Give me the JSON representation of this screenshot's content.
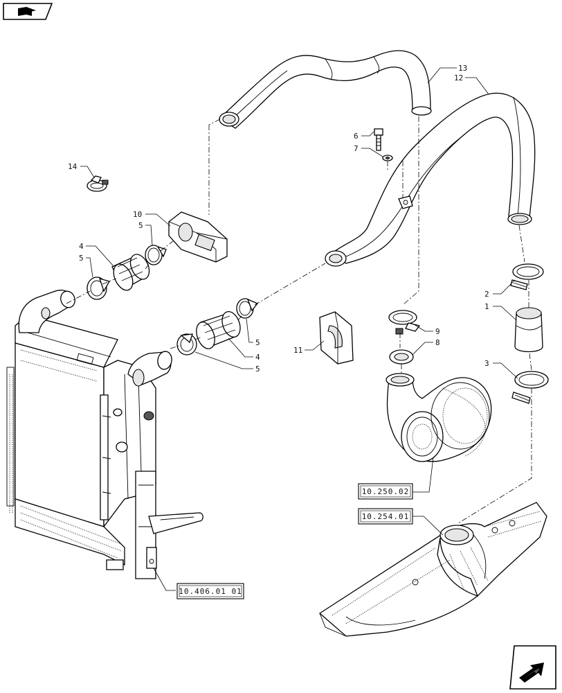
{
  "diagram": {
    "callouts": {
      "c1": "1",
      "c2": "2",
      "c3": "3",
      "c4a": "4",
      "c4b": "4",
      "c5a": "5",
      "c5b": "5",
      "c5c": "5",
      "c5d": "5",
      "c6": "6",
      "c7": "7",
      "c8": "8",
      "c9": "9",
      "c10": "10",
      "c11": "11",
      "c12": "12",
      "c13": "13",
      "c14": "14"
    },
    "references": {
      "turbocharger": "10.250.02",
      "intake_manifold": "10.254.01",
      "radiator": "10.406.01 01"
    }
  },
  "icons": {
    "top_left": "book-flag-icon",
    "bottom_right": "next-page-arrow-icon"
  }
}
